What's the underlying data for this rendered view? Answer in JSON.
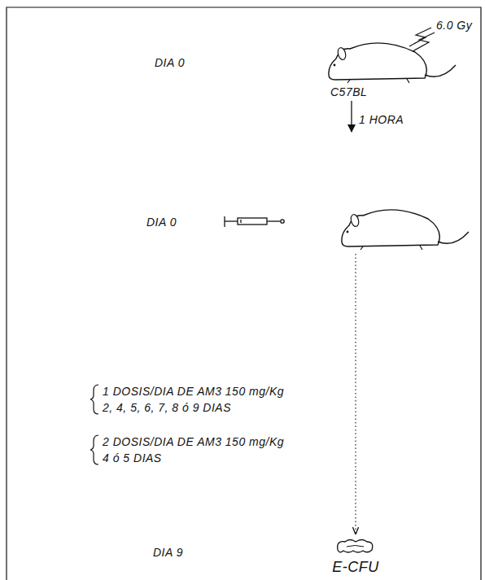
{
  "diagram": {
    "labels": [
      "DIA 0",
      "6.0 Gy",
      "C57BL",
      "1 HORA",
      "DIA 0",
      "1 DOSIS/DIA DE AM3 150 mg/Kg",
      "2, 4, 5, 6, 7, 8 ó 9 DIAS",
      "2 DOSIS/DIA DE AM3 150 mg/Kg",
      "4 ó 5 DIAS",
      "DIA 9",
      "E-CFU"
    ]
  }
}
